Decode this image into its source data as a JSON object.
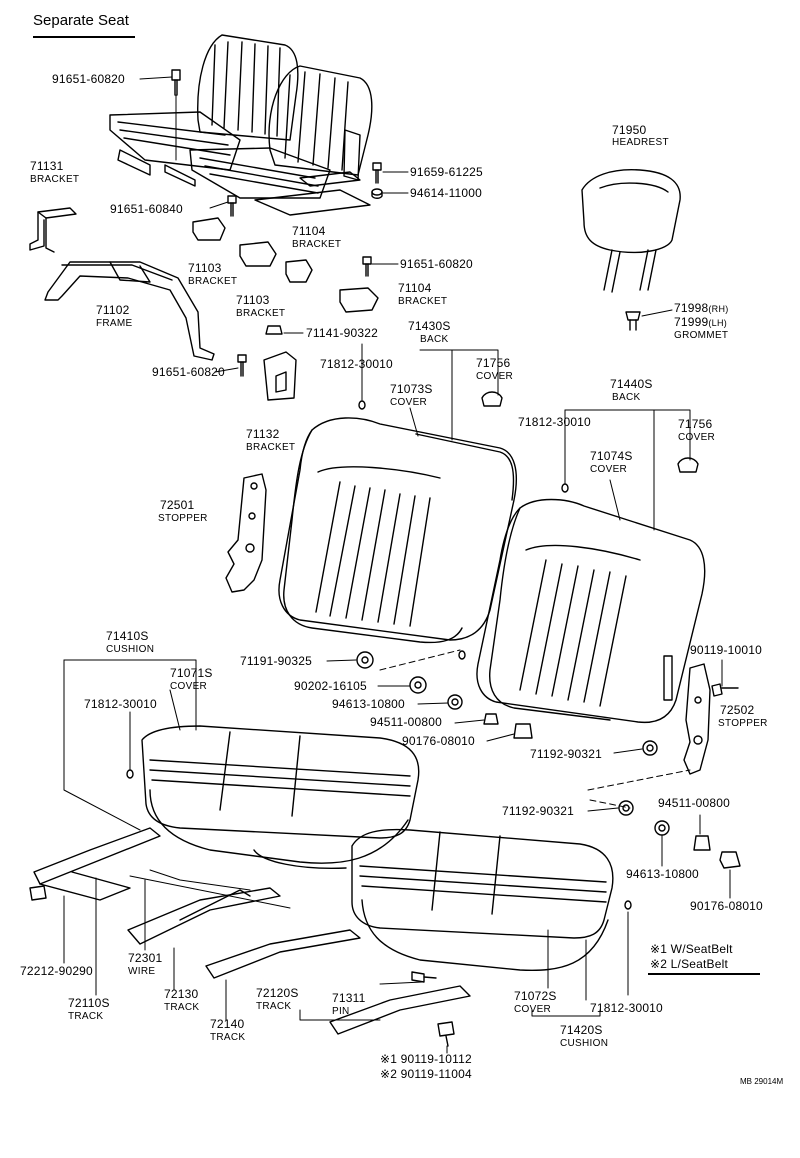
{
  "title": "Separate Seat",
  "code": "MB 29014M",
  "legend": [
    "※1 W/SeatBelt",
    "※2 L/SeatBelt"
  ],
  "labels": [
    {
      "id": "lbl-91651-60820-a",
      "part": "91651-60820"
    },
    {
      "id": "lbl-71131",
      "part": "71131",
      "name": "BRACKET"
    },
    {
      "id": "lbl-91651-60840",
      "part": "91651-60840"
    },
    {
      "id": "lbl-91659-61225",
      "part": "91659-61225"
    },
    {
      "id": "lbl-94614-11000",
      "part": "94614-11000"
    },
    {
      "id": "lbl-71950",
      "part": "71950",
      "name": "HEADREST"
    },
    {
      "id": "lbl-71104-a",
      "part": "71104",
      "name": "BRACKET"
    },
    {
      "id": "lbl-71103-a",
      "part": "71103",
      "name": "BRACKET"
    },
    {
      "id": "lbl-91651-60820-b",
      "part": "91651-60820"
    },
    {
      "id": "lbl-71104-b",
      "part": "71104",
      "name": "BRACKET"
    },
    {
      "id": "lbl-71103-b",
      "part": "71103",
      "name": "BRACKET"
    },
    {
      "id": "lbl-71102",
      "part": "71102",
      "name": "FRAME"
    },
    {
      "id": "lbl-71998",
      "part": "71998",
      "suffix": "(RH)"
    },
    {
      "id": "lbl-71999",
      "part": "71999",
      "suffix": "(LH)",
      "name": "GROMMET"
    },
    {
      "id": "lbl-71141-90322",
      "part": "71141-90322"
    },
    {
      "id": "lbl-71430S",
      "part": "71430S",
      "name": "BACK"
    },
    {
      "id": "lbl-71812-30010-a",
      "part": "71812-30010"
    },
    {
      "id": "lbl-71756-a",
      "part": "71756",
      "name": "COVER"
    },
    {
      "id": "lbl-91651-60820-c",
      "part": "91651-60820"
    },
    {
      "id": "lbl-71073S",
      "part": "71073S",
      "name": "COVER"
    },
    {
      "id": "lbl-71440S",
      "part": "71440S",
      "name": "BACK"
    },
    {
      "id": "lbl-71812-30010-b",
      "part": "71812-30010"
    },
    {
      "id": "lbl-71756-b",
      "part": "71756",
      "name": "COVER"
    },
    {
      "id": "lbl-71132",
      "part": "71132",
      "name": "BRACKET"
    },
    {
      "id": "lbl-71074S",
      "part": "71074S",
      "name": "COVER"
    },
    {
      "id": "lbl-72501",
      "part": "72501",
      "name": "STOPPER"
    },
    {
      "id": "lbl-71410S",
      "part": "71410S",
      "name": "CUSHION"
    },
    {
      "id": "lbl-71191-90325",
      "part": "71191-90325"
    },
    {
      "id": "lbl-90119-10010",
      "part": "90119-10010"
    },
    {
      "id": "lbl-71071S",
      "part": "71071S",
      "name": "COVER"
    },
    {
      "id": "lbl-90202-16105",
      "part": "90202-16105"
    },
    {
      "id": "lbl-71812-30010-c",
      "part": "71812-30010"
    },
    {
      "id": "lbl-94613-10800-a",
      "part": "94613-10800"
    },
    {
      "id": "lbl-72502",
      "part": "72502",
      "name": "STOPPER"
    },
    {
      "id": "lbl-94511-00800-a",
      "part": "94511-00800"
    },
    {
      "id": "lbl-90176-08010-a",
      "part": "90176-08010"
    },
    {
      "id": "lbl-71192-90321-a",
      "part": "71192-90321"
    },
    {
      "id": "lbl-71192-90321-b",
      "part": "71192-90321"
    },
    {
      "id": "lbl-94511-00800-b",
      "part": "94511-00800"
    },
    {
      "id": "lbl-94613-10800-b",
      "part": "94613-10800"
    },
    {
      "id": "lbl-90176-08010-b",
      "part": "90176-08010"
    },
    {
      "id": "lbl-72301",
      "part": "72301",
      "name": "WIRE"
    },
    {
      "id": "lbl-72212-90290",
      "part": "72212-90290"
    },
    {
      "id": "lbl-72130",
      "part": "72130",
      "name": "TRACK"
    },
    {
      "id": "lbl-72120S",
      "part": "72120S",
      "name": "TRACK"
    },
    {
      "id": "lbl-71311",
      "part": "71311",
      "name": "PIN"
    },
    {
      "id": "lbl-72110S",
      "part": "72110S",
      "name": "TRACK"
    },
    {
      "id": "lbl-72140",
      "part": "72140",
      "name": "TRACK"
    },
    {
      "id": "lbl-71072S",
      "part": "71072S",
      "name": "COVER"
    },
    {
      "id": "lbl-71812-30010-d",
      "part": "71812-30010"
    },
    {
      "id": "lbl-71420S",
      "part": "71420S",
      "name": "CUSHION"
    },
    {
      "id": "lbl-90119-10112",
      "part": "※1 90119-10112"
    },
    {
      "id": "lbl-90119-11004",
      "part": "※2 90119-11004"
    }
  ]
}
